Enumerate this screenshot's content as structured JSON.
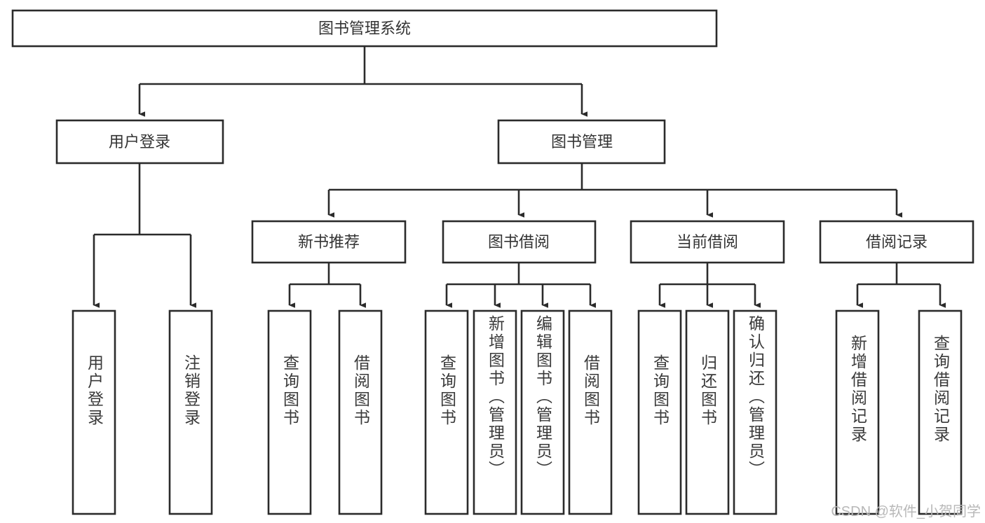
{
  "diagram": {
    "type": "hierarchy-tree",
    "title": "图书管理系统",
    "orientation": "top-down",
    "root": {
      "id": "root",
      "label": "图书管理系统"
    },
    "level2": [
      {
        "id": "user-login",
        "label": "用户登录"
      },
      {
        "id": "book-manage",
        "label": "图书管理"
      }
    ],
    "level3": [
      {
        "id": "new-book-recommend",
        "label": "新书推荐",
        "parent": "book-manage"
      },
      {
        "id": "book-borrow",
        "label": "图书借阅",
        "parent": "book-manage"
      },
      {
        "id": "current-borrow",
        "label": "当前借阅",
        "parent": "book-manage"
      },
      {
        "id": "borrow-record",
        "label": "借阅记录",
        "parent": "book-manage"
      }
    ],
    "leaves": {
      "user-login": [
        {
          "id": "leaf-user-login",
          "label": "用户登录"
        },
        {
          "id": "leaf-logout-login",
          "label": "注销登录"
        }
      ],
      "new-book-recommend": [
        {
          "id": "leaf-query-book-1",
          "label": "查询图书"
        },
        {
          "id": "leaf-borrow-book-1",
          "label": "借阅图书"
        }
      ],
      "book-borrow": [
        {
          "id": "leaf-query-book-2",
          "label": "查询图书"
        },
        {
          "id": "leaf-add-book",
          "label": "新增图书（管理员）"
        },
        {
          "id": "leaf-edit-book",
          "label": "编辑图书（管理员）"
        },
        {
          "id": "leaf-borrow-book-2",
          "label": "借阅图书"
        }
      ],
      "current-borrow": [
        {
          "id": "leaf-query-book-3",
          "label": "查询图书"
        },
        {
          "id": "leaf-return-book",
          "label": "归还图书"
        },
        {
          "id": "leaf-confirm-return",
          "label": "确认归还（管理员）"
        }
      ],
      "borrow-record": [
        {
          "id": "leaf-add-record",
          "label": "新增借阅记录"
        },
        {
          "id": "leaf-query-record",
          "label": "查询借阅记录"
        }
      ]
    }
  },
  "watermark": {
    "text": "CSDN @软件_小贺同学"
  },
  "colors": {
    "background": "#ffffff",
    "box_fill": "#ffffff",
    "box_stroke": "#2b2b2b",
    "text": "#333333",
    "watermark": "#b8b8b8"
  }
}
